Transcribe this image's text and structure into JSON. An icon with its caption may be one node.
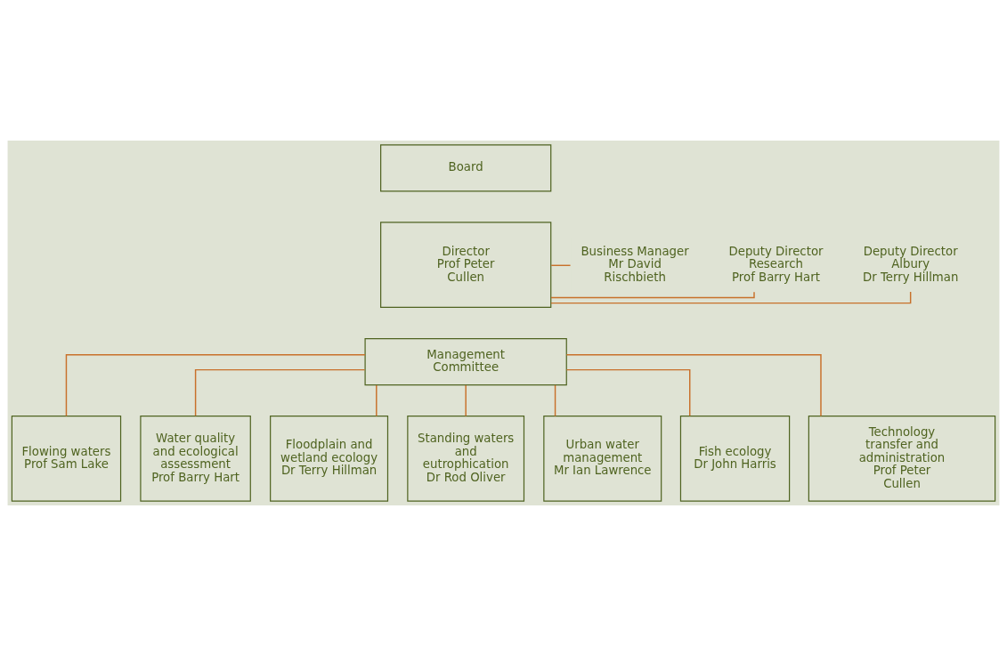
{
  "diagram": {
    "nodes": [
      {
        "text": [
          "Board"
        ]
      },
      {
        "text": [
          "Director",
          "Prof Peter Cullen"
        ]
      },
      {
        "text": [
          "Deputy Director Research",
          "Prof Barry Hart"
        ]
      },
      {
        "text": [
          "Deputy Director Albury",
          "Dr Terry Hillman"
        ]
      },
      {
        "text": [
          "Business Manager",
          "Mr David Rischbieth"
        ]
      },
      {
        "text": [
          "Management Committee"
        ]
      },
      {
        "text": [
          "Flowing waters",
          "Prof Sam Lake"
        ]
      },
      {
        "text": [
          "Water quality and ecological assessment",
          "Prof Barry Hart"
        ]
      },
      {
        "text": [
          "Floodplain and wetland ecology",
          "Dr Terry Hillman"
        ]
      },
      {
        "text": [
          "Standing waters and eutrophication",
          "Dr Rod Oliver"
        ]
      },
      {
        "text": [
          "Urban water management",
          "Mr Ian Lawrence"
        ]
      },
      {
        "text": [
          "Fish ecology",
          "Dr John Harris"
        ]
      },
      {
        "text": [
          "Technology transfer and administration",
          "Prof Peter Cullen"
        ]
      }
    ],
    "edges": [
      {
        "from": 2,
        "to": 1,
        "arrow": "none"
      },
      {
        "from": 3,
        "to": 1,
        "arrow": "none"
      },
      {
        "from": 1,
        "to": 4,
        "arrow": "none"
      },
      {
        "from": 5,
        "to": 6,
        "arrow": "none"
      },
      {
        "from": 5,
        "to": 7,
        "arrow": "none"
      },
      {
        "from": 5,
        "to": 8,
        "arrow": "none"
      },
      {
        "from": 5,
        "to": 9,
        "arrow": "none"
      },
      {
        "from": 5,
        "to": 10,
        "arrow": "none"
      },
      {
        "from": 5,
        "to": 11,
        "arrow": "none"
      },
      {
        "from": 5,
        "to": 12,
        "arrow": "none"
      }
    ]
  }
}
